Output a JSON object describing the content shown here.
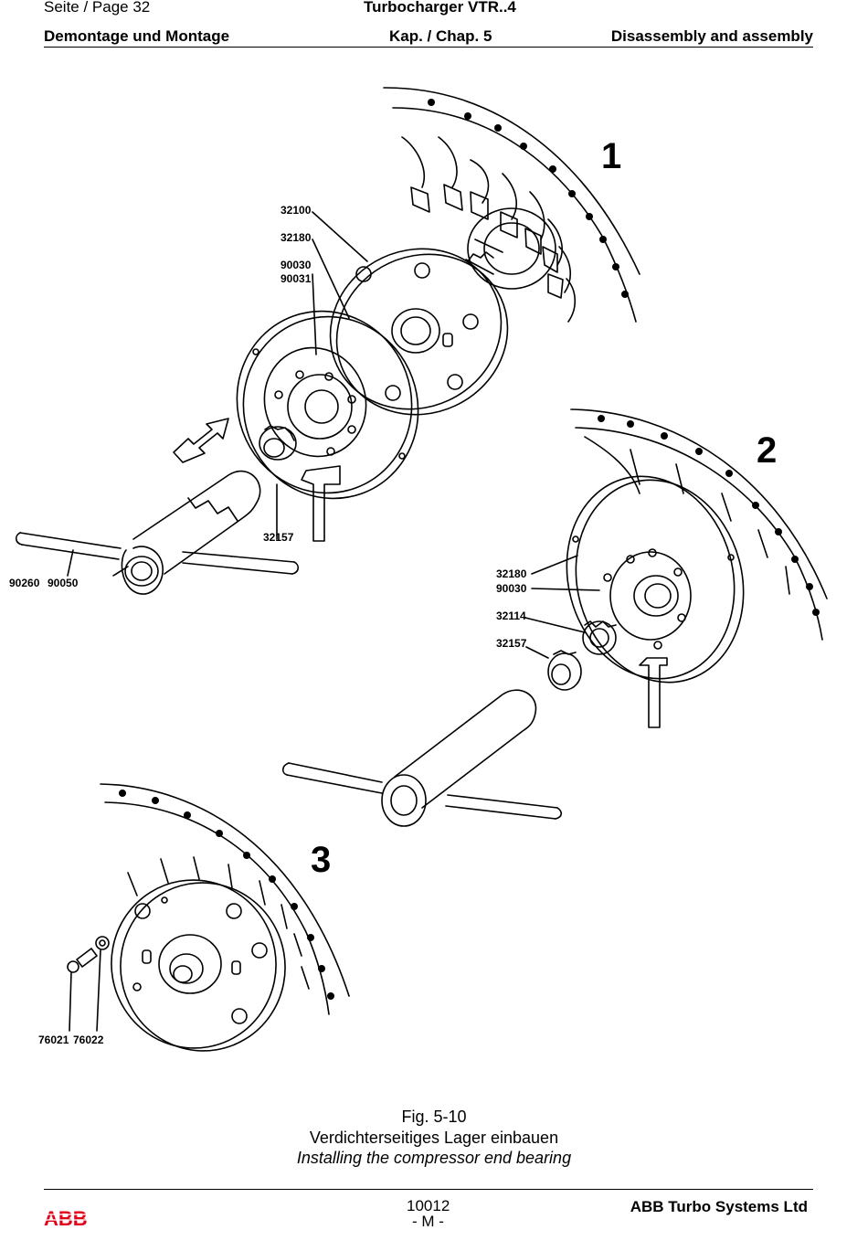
{
  "header": {
    "page": "Seite / Page  32",
    "product": "Turbocharger VTR..4",
    "section_de": "Demontage und Montage",
    "chapter": "Kap. / Chap. 5",
    "section_en": "Disassembly and assembly"
  },
  "figure": {
    "steps": [
      "1",
      "2",
      "3"
    ],
    "labels": {
      "l32100": "32100",
      "l32180a": "32180",
      "l90030a": "90030",
      "l90031": "90031",
      "l32157a": "32157",
      "l90260": "90260",
      "l90050": "90050",
      "l32180b": "32180",
      "l90030b": "90030",
      "l32114": "32114",
      "l32157b": "32157",
      "l76021": "76021",
      "l76022": "76022"
    }
  },
  "caption": {
    "number": "Fig. 5-10",
    "title_de": "Verdichterseitiges Lager einbauen",
    "title_en": "Installing the compressor end bearing"
  },
  "footer": {
    "logo": "ABB",
    "doc_number": "10012",
    "revision": "- M -",
    "company": "ABB Turbo Systems Ltd"
  },
  "colors": {
    "logo_red": "#e2001a"
  }
}
